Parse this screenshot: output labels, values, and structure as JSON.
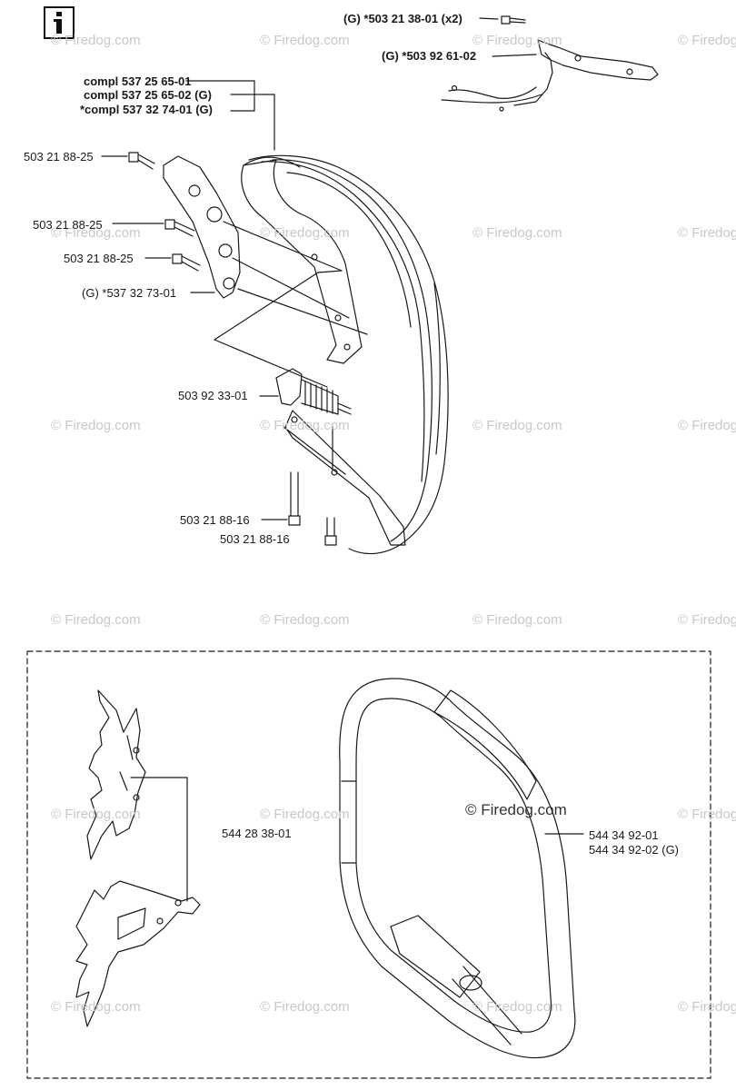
{
  "labels": {
    "top_right_screw": "(G) *503 21 38-01 (x2)",
    "top_right_bracket": "(G) *503 92 61-02",
    "compl_1": "compl 537 25 65-01",
    "compl_2": "compl 537 25 65-02 (G)",
    "compl_3": "*compl 537 32 74-01 (G)",
    "screw_a": "503 21 88-25",
    "screw_b": "503 21 88-25",
    "screw_c": "503 21 88-25",
    "bracket_g": "(G) *537 32 73-01",
    "spring": "503 92 33-01",
    "screw_d": "503 21 88-16",
    "screw_e": "503 21 88-16",
    "spike": "544 28 38-01",
    "handle_1": "544 34 92-01",
    "handle_2": "544 34 92-02 (G)"
  },
  "watermark": "© Firedog.com",
  "icon": "info-icon"
}
